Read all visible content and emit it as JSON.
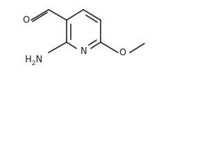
{
  "molecule": {
    "atoms": {
      "aldehyde_oxygen": "O",
      "amine_h": "H",
      "amine_subscript": "2",
      "amine_n": "N",
      "ring_nitrogen": "N",
      "ether_oxygen": "O"
    }
  }
}
